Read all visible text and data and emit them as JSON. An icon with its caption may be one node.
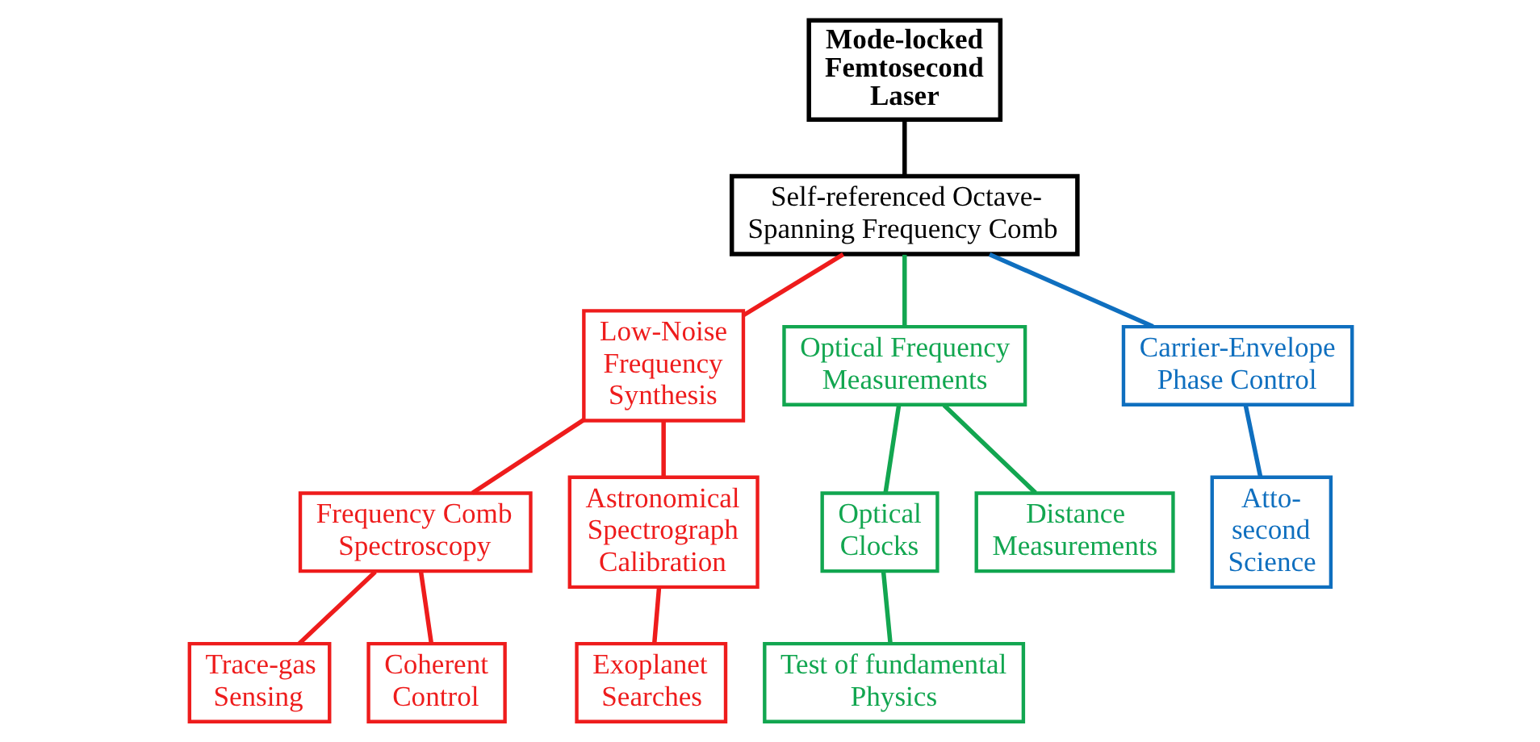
{
  "diagram": {
    "nodes": [
      {
        "text": [
          "Mode-locked Femtosecond Laser"
        ]
      },
      {
        "text": [
          "Self-referenced Octave-Spanning Frequency Comb"
        ]
      },
      {
        "text": [
          "Low-Noise Frequency Synthesis"
        ]
      },
      {
        "text": [
          "Optical Frequency Measurements"
        ]
      },
      {
        "text": [
          "Carrier-Envelope Phase Control"
        ]
      },
      {
        "text": [
          "Frequency Comb Spectroscopy"
        ]
      },
      {
        "text": [
          "Astronomical Spectrograph Calibration"
        ]
      },
      {
        "text": [
          "Optical Clocks"
        ]
      },
      {
        "text": [
          "Distance Measurements"
        ]
      },
      {
        "text": [
          "Atto-second Science"
        ]
      },
      {
        "text": [
          "Trace-gas Sensing"
        ]
      },
      {
        "text": [
          "Coherent Control"
        ]
      },
      {
        "text": [
          "Exoplanet Searches"
        ]
      },
      {
        "text": [
          "Test of fundamental Physics"
        ]
      }
    ],
    "edges": [
      {
        "from": 0,
        "to": 1,
        "arrow": "none",
        "color": "#000000"
      },
      {
        "from": 1,
        "to": 2,
        "arrow": "none",
        "color": "#ee1c1c"
      },
      {
        "from": 1,
        "to": 3,
        "arrow": "none",
        "color": "#12a650"
      },
      {
        "from": 1,
        "to": 4,
        "arrow": "none",
        "color": "#0f6fbf"
      },
      {
        "from": 2,
        "to": 5,
        "arrow": "none",
        "color": "#ee1c1c"
      },
      {
        "from": 2,
        "to": 6,
        "arrow": "none",
        "color": "#ee1c1c"
      },
      {
        "from": 3,
        "to": 7,
        "arrow": "none",
        "color": "#12a650"
      },
      {
        "from": 3,
        "to": 8,
        "arrow": "none",
        "color": "#12a650"
      },
      {
        "from": 4,
        "to": 9,
        "arrow": "none",
        "color": "#0f6fbf"
      },
      {
        "from": 5,
        "to": 10,
        "arrow": "none",
        "color": "#ee1c1c"
      },
      {
        "from": 5,
        "to": 11,
        "arrow": "none",
        "color": "#ee1c1c"
      },
      {
        "from": 6,
        "to": 12,
        "arrow": "none",
        "color": "#ee1c1c"
      },
      {
        "from": 7,
        "to": 13,
        "arrow": "none",
        "color": "#12a650"
      }
    ]
  }
}
